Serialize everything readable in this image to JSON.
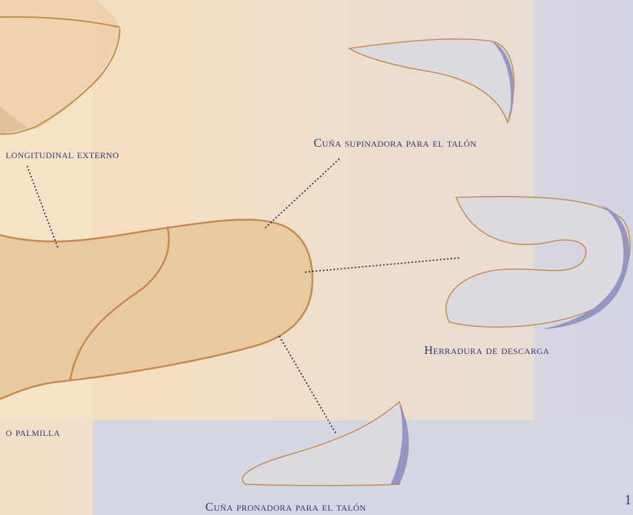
{
  "labels": {
    "arch_external": "longitudinal externo",
    "insole": "o palmilla",
    "supinating_wedge": "Cuña supinadora para el talón",
    "unloading_horseshoe": "Herradura de descarga",
    "pronating_wedge": "Cuña pronadora para el talón"
  },
  "page_number": "1",
  "colors": {
    "background": "#d5d6e4",
    "warm_panel": "#f4dcbc",
    "insole_fill": "#e8c9a0",
    "outline": "#c38a4c",
    "pad_edge": "#9496c2",
    "pad_fill": "#ddd9e0",
    "text": "#2e3a78",
    "leader": "#1e2550"
  }
}
